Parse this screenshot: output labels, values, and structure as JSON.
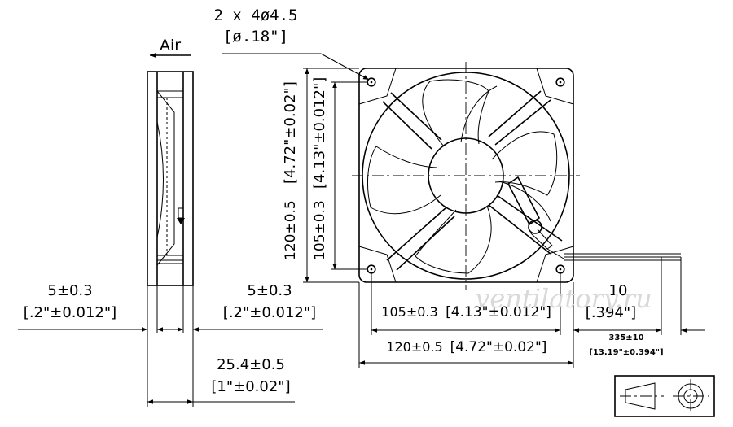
{
  "hole_callout": {
    "line1": "2 x 4ø4.5",
    "line2": "[ø.18\"]"
  },
  "airflow_label": "Air",
  "side_dims": {
    "left_thickness": {
      "metric": "5±0.3",
      "imperial": "[.2\"±0.012\"]"
    },
    "right_thickness": {
      "metric": "5±0.3",
      "imperial": "[.2\"±0.012\"]"
    },
    "depth": {
      "metric": "25.4±0.5",
      "imperial": "[1\"±0.02\"]"
    }
  },
  "vertical_dims": {
    "outer": {
      "metric": "120±0.5",
      "imperial": "[4.72\"±0.02\"]"
    },
    "holes": {
      "metric": "105±0.3",
      "imperial": "[4.13\"±0.012\"]"
    }
  },
  "horizontal_dims": {
    "holes": {
      "metric": "105±0.3",
      "imperial": "[4.13\"±0.012\"]"
    },
    "outer": {
      "metric": "120±0.5",
      "imperial": "[4.72\"±0.02\"]"
    }
  },
  "lead_dims": {
    "stub": {
      "metric": "10",
      "imperial": "[.394\"]"
    },
    "length": {
      "metric": "335±10",
      "imperial": "[13.19\"±0.394\"]"
    }
  },
  "watermark": "ventilatory.ru",
  "projection_symbol_icon": "third-angle-projection-icon"
}
